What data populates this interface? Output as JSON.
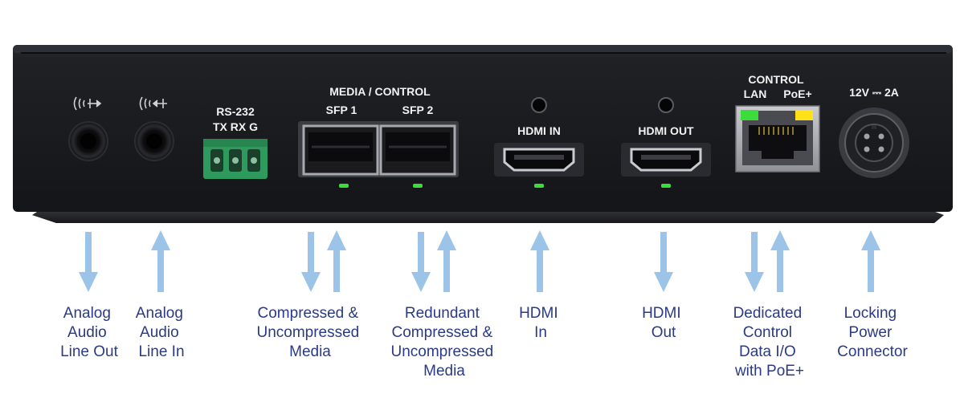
{
  "device": {
    "panel_labels": {
      "rs232_title": "RS-232",
      "rs232_pins": "TX RX G",
      "media_control": "MEDIA / CONTROL",
      "sfp1": "SFP 1",
      "sfp2": "SFP 2",
      "hdmi_in": "HDMI IN",
      "hdmi_out": "HDMI OUT",
      "control": "CONTROL",
      "lan": "LAN",
      "poe": "PoE+",
      "power": "12V ⎓ 2A"
    }
  },
  "callouts": [
    {
      "lines": [
        "Analog",
        "Audio",
        "Line Out"
      ],
      "direction": "out"
    },
    {
      "lines": [
        "Analog",
        "Audio",
        "Line In"
      ],
      "direction": "in"
    },
    {
      "lines": [
        "Compressed &",
        "Uncompressed",
        "Media"
      ],
      "direction": "bidirectional"
    },
    {
      "lines": [
        "Redundant",
        "Compressed &",
        "Uncompressed",
        "Media"
      ],
      "direction": "bidirectional"
    },
    {
      "lines": [
        "HDMI",
        "In"
      ],
      "direction": "in"
    },
    {
      "lines": [
        "HDMI",
        "Out"
      ],
      "direction": "out"
    },
    {
      "lines": [
        "Dedicated",
        "Control",
        "Data I/O",
        "with PoE+"
      ],
      "direction": "bidirectional"
    },
    {
      "lines": [
        "Locking",
        "Power",
        "Connector"
      ],
      "direction": "in"
    }
  ],
  "colors": {
    "chassis": "#1c1d20",
    "arrow": "#9cc3e8",
    "caption": "#2a3a86",
    "led_green": "#3ddc3d",
    "led_yellow": "#ffe11a",
    "terminal_green": "#2e9a5e"
  }
}
